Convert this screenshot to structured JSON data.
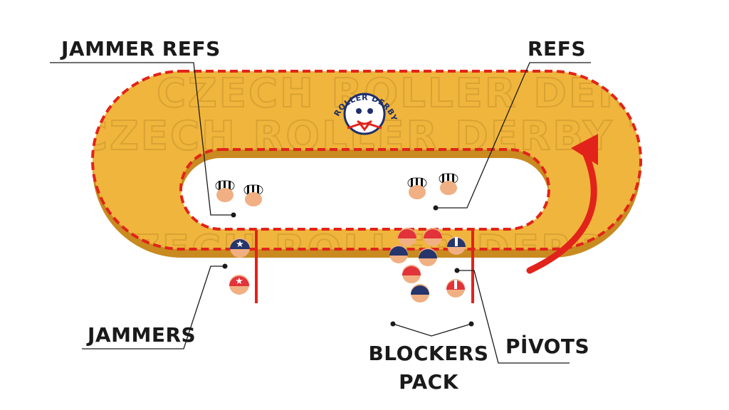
{
  "labels": {
    "jammer_refs": "JAMMER REFS",
    "refs": "REFS",
    "jammers": "JAMMERS",
    "pivots": "PİVOTS",
    "blockers_line1": "BLOCKERS",
    "blockers_line2": "PACK"
  },
  "logo": {
    "text": "CZECH ROLLER DERBY TEAM"
  },
  "watermark": {
    "line1": "CZECH ROLLER DERBY TEAM",
    "line2": "CZECH ROLLER DERBY TEAM",
    "line3": "CZECH ROLLER DERBY TEAM",
    "line4": "CZECH ROLLER DERBY TEAM"
  },
  "colors": {
    "track": "#f0b53c",
    "track_edge": "#c98a20",
    "boundary": "#e2231a",
    "team_blue": "#26356b",
    "team_red": "#e2323a",
    "skin": "#f0b083",
    "arrow": "#e2231a",
    "label": "#1a1a1a"
  },
  "direction_icon": "counterclockwise-arrow-icon"
}
